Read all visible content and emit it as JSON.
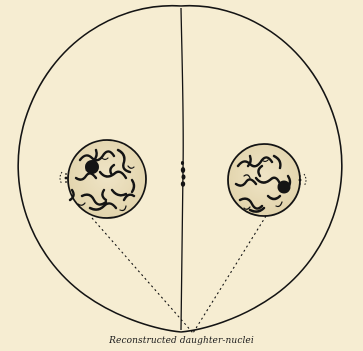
{
  "figure": {
    "caption": "Reconstructed daughter-nuclei",
    "ink_color": "#141414",
    "paper_color": "#f6edd2",
    "parts": [
      "left-daughter-cell",
      "right-daughter-cell",
      "left-nucleus",
      "right-nucleus",
      "left-nucleolus",
      "right-nucleolus",
      "left-centrosome",
      "right-centrosome",
      "cell-plate",
      "pointer-lines"
    ]
  }
}
